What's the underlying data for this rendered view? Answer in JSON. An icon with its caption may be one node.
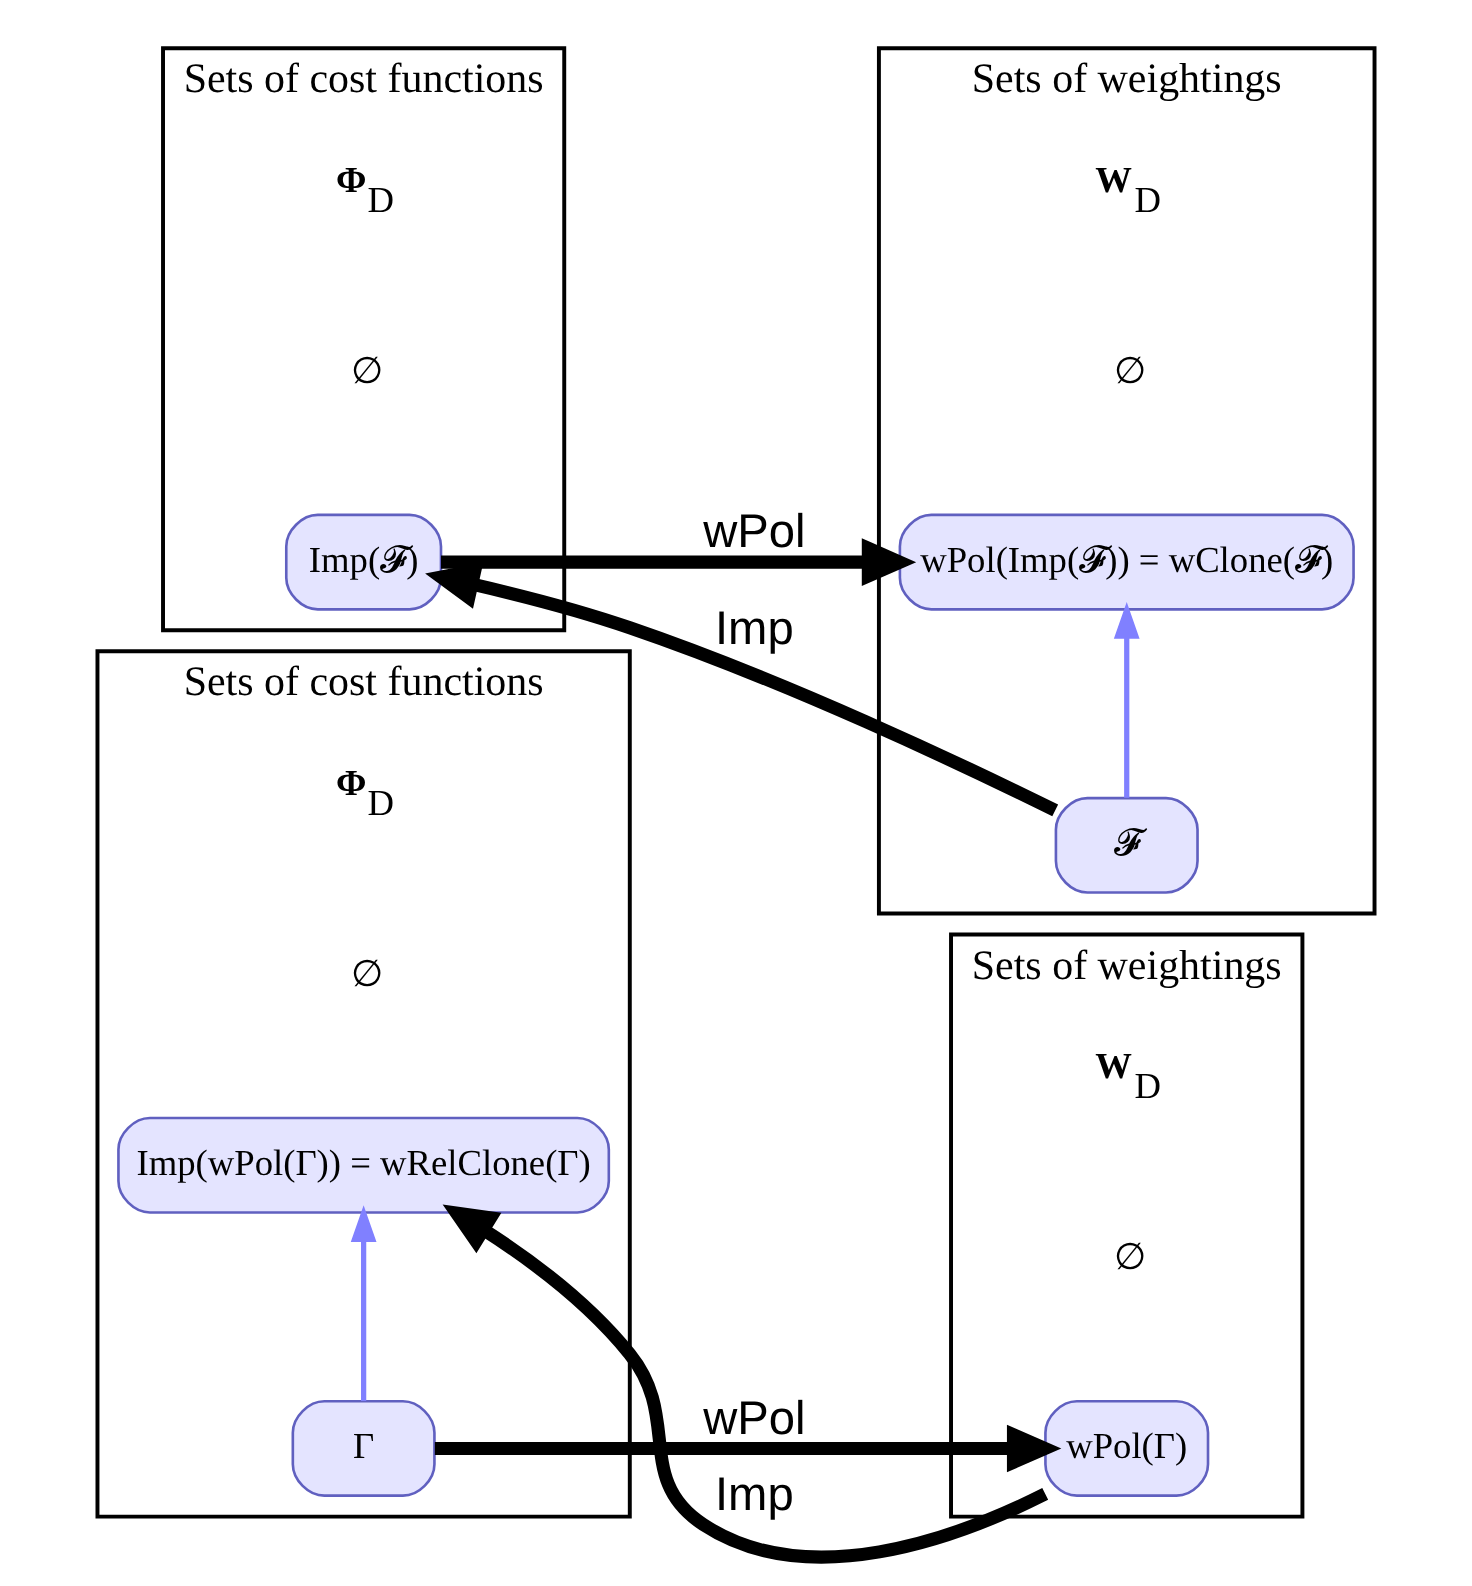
{
  "diagram": {
    "nodes": [
      {
        "text": [
          "Sets of cost functions"
        ]
      },
      {
        "text": [
          "Sets of weightings"
        ]
      },
      {
        "text": [
          "Imp(wPol(Γ)) = wRelClone(Γ)"
        ],
        "in": 0
      },
      {
        "text": [
          "Γ"
        ],
        "in": 0
      },
      {
        "text": [
          "wPol(Γ)"
        ],
        "in": 1
      },
      {
        "text": [
          "Sets of cost functions"
        ]
      },
      {
        "text": [
          "Sets of weightings"
        ]
      },
      {
        "text": [
          "Imp(𝓕)"
        ],
        "in": 5
      },
      {
        "text": [
          "wPol(Imp(𝓕)) = wClone(𝓕)"
        ],
        "in": 6
      },
      {
        "text": [
          "𝓕"
        ],
        "in": 6
      }
    ],
    "edges": [
      {
        "from": 3,
        "to": 4,
        "arrow": "to",
        "label": "wPol"
      },
      {
        "from": 4,
        "to": 2,
        "arrow": "to",
        "label": "Imp"
      },
      {
        "from": 3,
        "to": 2,
        "arrow": "to",
        "color": "#8080ff"
      },
      {
        "from": 7,
        "to": 8,
        "arrow": "to",
        "label": "wPol"
      },
      {
        "from": 9,
        "to": 7,
        "arrow": "to",
        "label": "Imp"
      },
      {
        "from": 9,
        "to": 8,
        "arrow": "to",
        "color": "#8080ff"
      }
    ],
    "labels": [
      "**Φ**$_{D}$",
      "**W**$_{D}$",
      "∅",
      "∅",
      "**Φ**$_{D}$",
      "**W**$_{D}$",
      "∅",
      "∅"
    ]
  }
}
